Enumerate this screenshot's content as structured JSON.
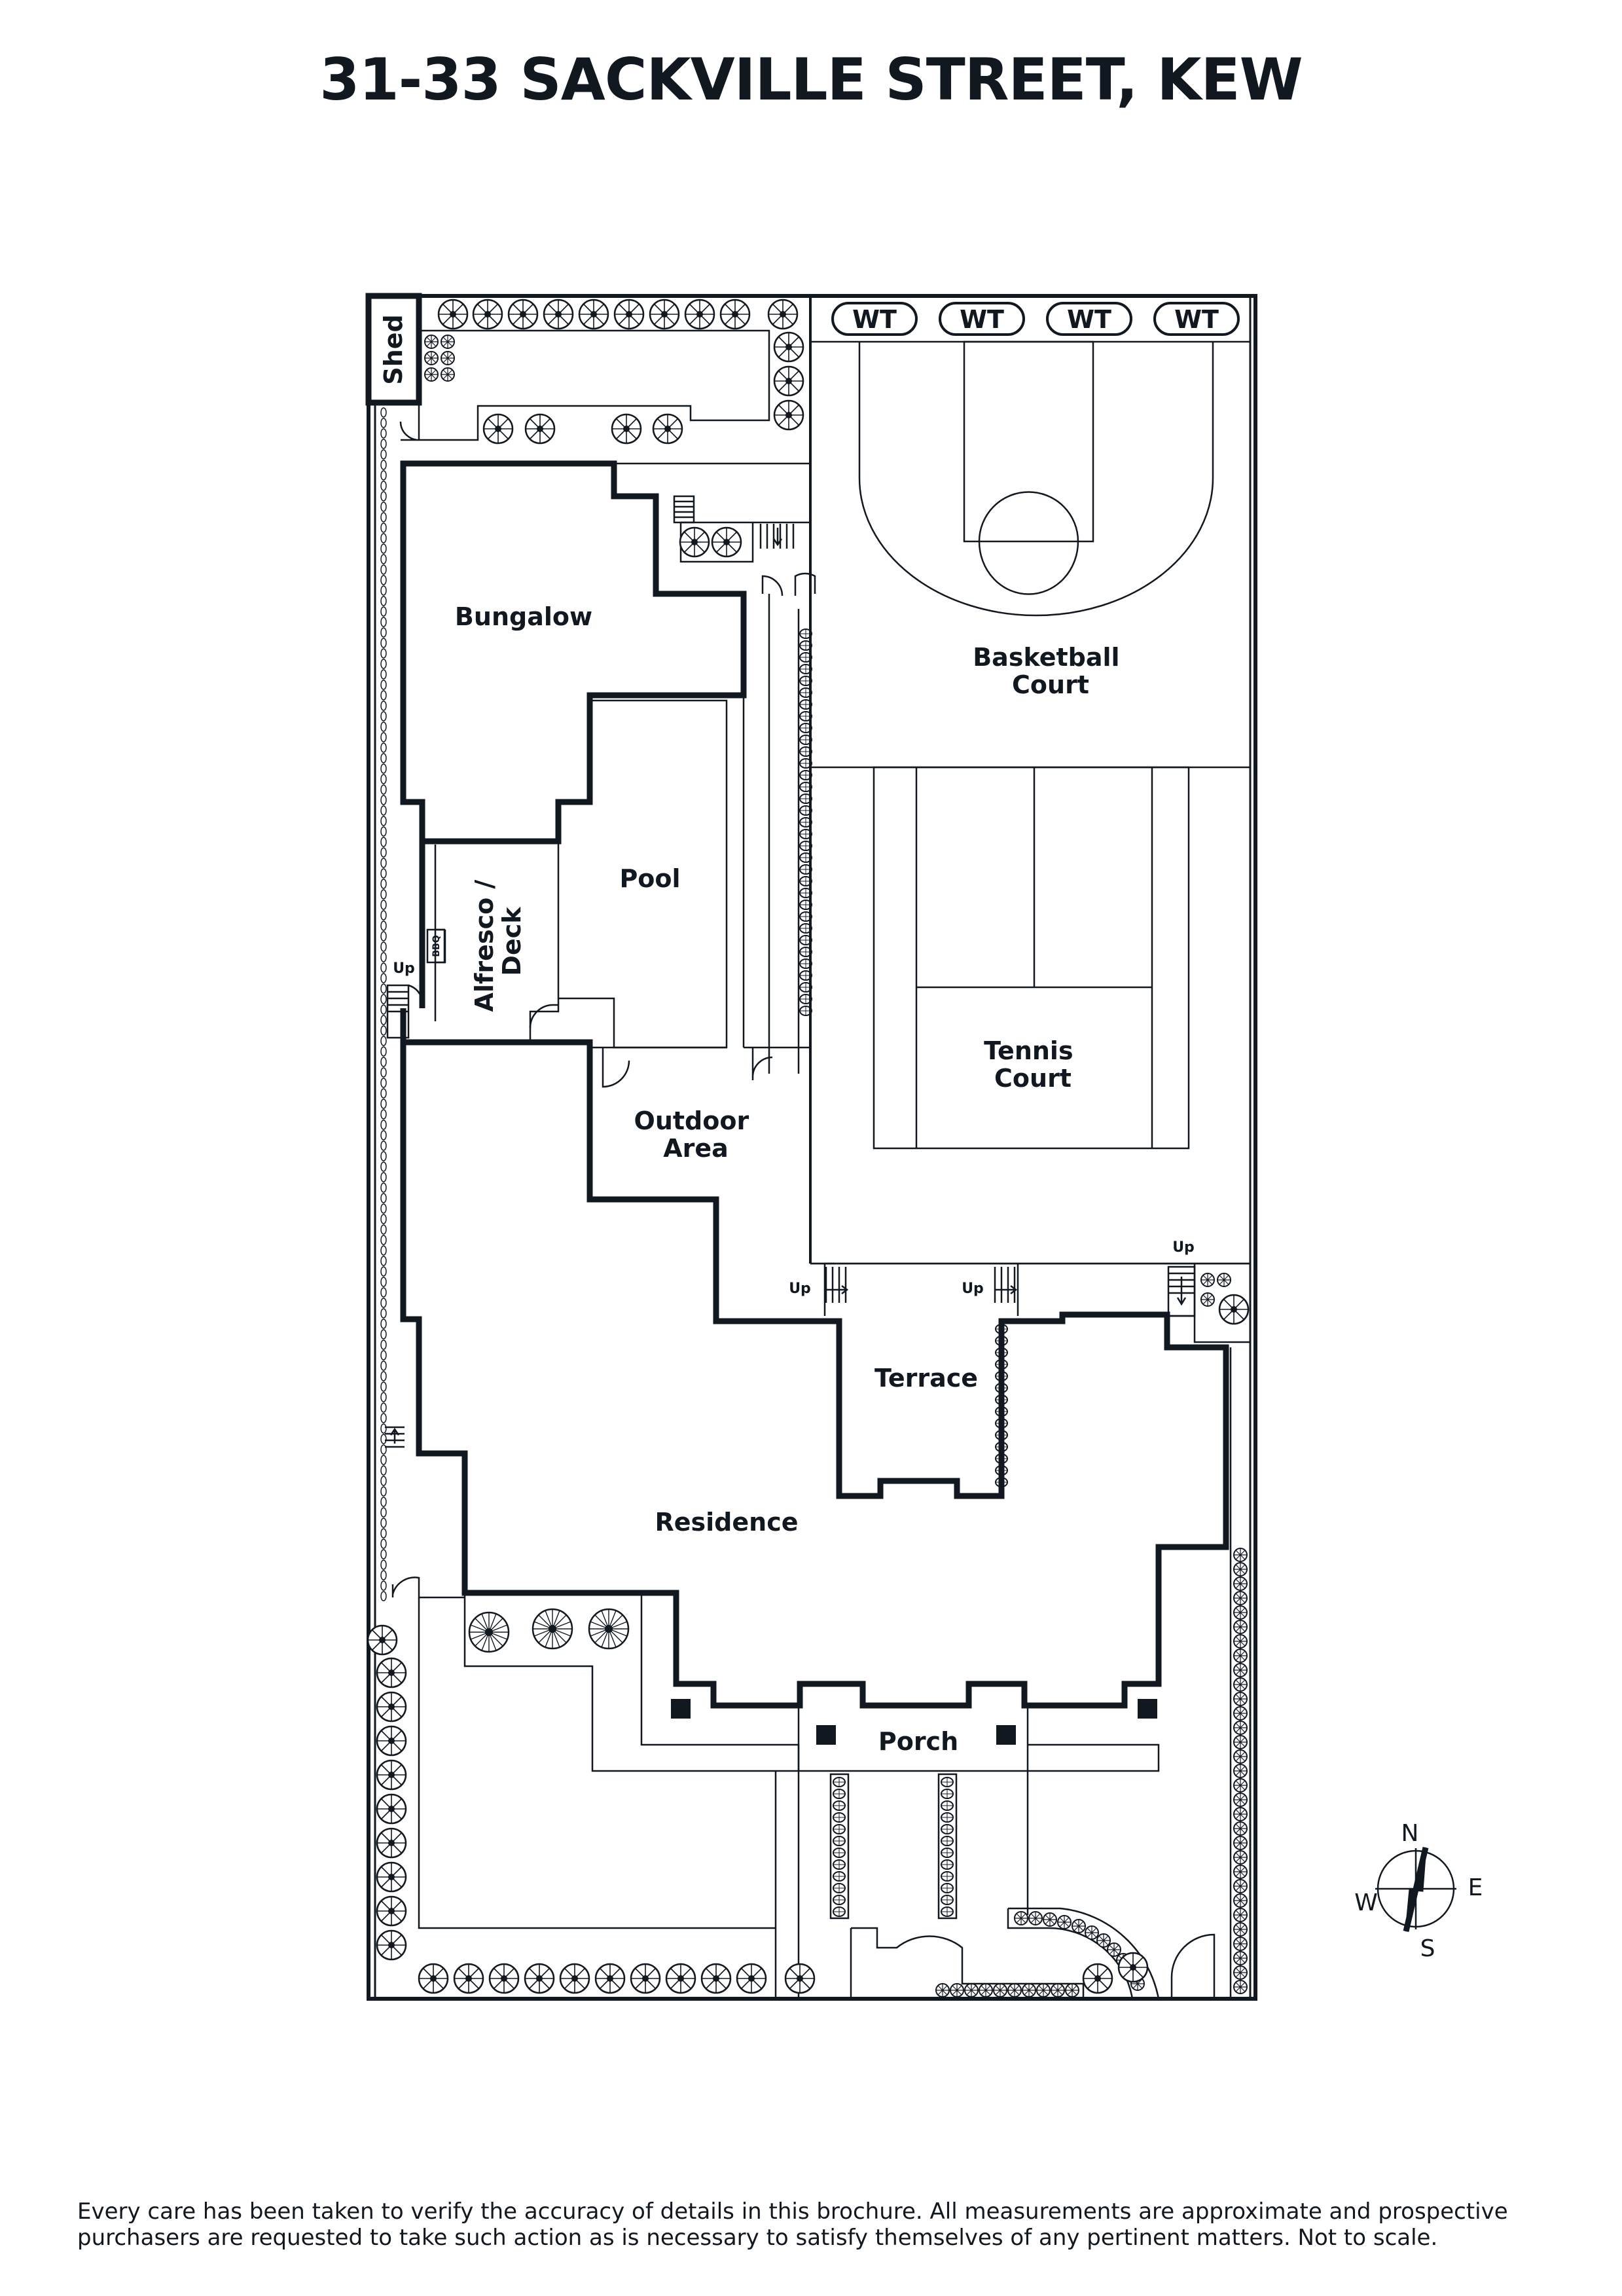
{
  "title": "31-33 SACKVILLE STREET, KEW",
  "labels": {
    "shed": "Shed",
    "bungalow": "Bungalow",
    "basketball_line1": "Basketball",
    "basketball_line2": "Court",
    "pool": "Pool",
    "alfresco_line1": "Alfresco /",
    "alfresco_line2": "Deck",
    "bbq": "BBQ",
    "tennis_line1": "Tennis",
    "tennis_line2": "Court",
    "outdoor_line1": "Outdoor",
    "outdoor_line2": "Area",
    "terrace": "Terrace",
    "residence": "Residence",
    "porch": "Porch",
    "up": "Up",
    "wt": "WT"
  },
  "compass": {
    "n": "N",
    "e": "E",
    "s": "S",
    "w": "W"
  },
  "disclaimer": {
    "line1": "Every care has been taken to verify the accuracy of details in this brochure. All measurements are approximate and prospective",
    "line2": "purchasers are requested to take such action as is necessary to satisfy themselves of any pertinent matters. Not to scale."
  },
  "colors": {
    "ink": "#111820",
    "background": "#ffffff"
  }
}
